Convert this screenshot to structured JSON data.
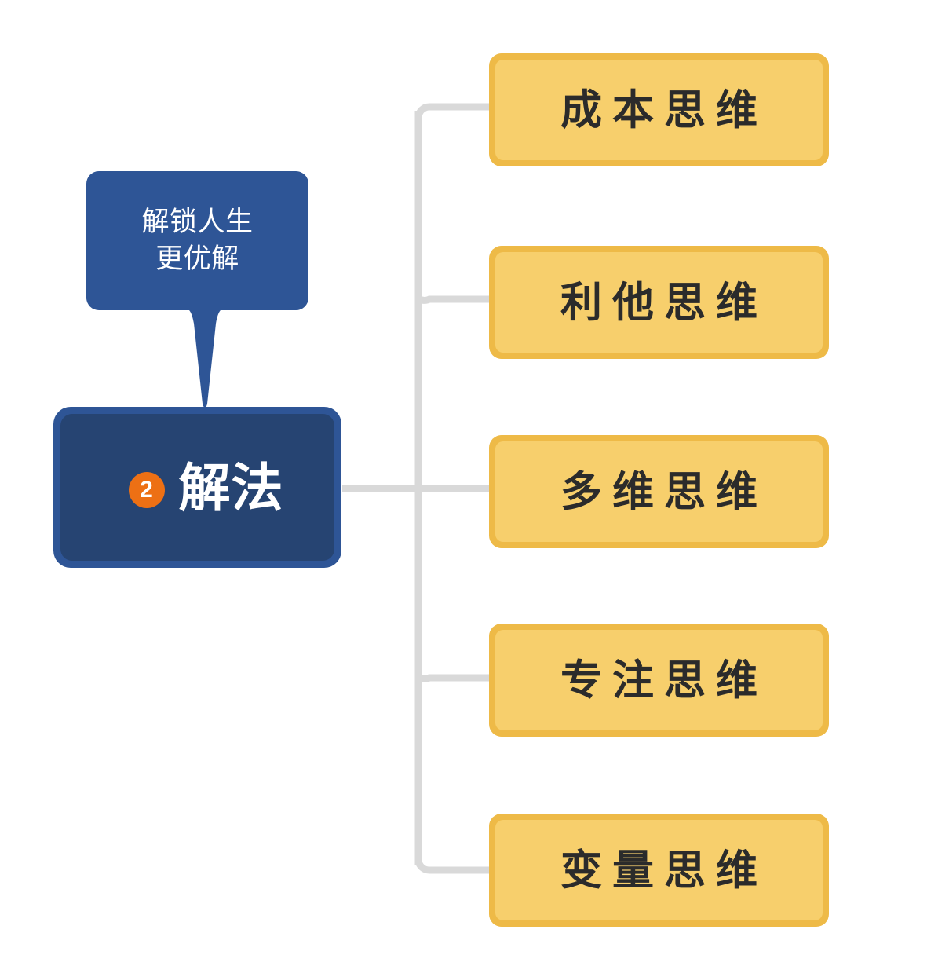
{
  "diagram": {
    "title": "解法",
    "type": "mind-map",
    "colors": {
      "node_blue_border": "#2e5596",
      "node_blue_fill": "#264472",
      "branch_yellow_border": "#eeba47",
      "branch_yellow_fill": "#f7cf6c",
      "badge_orange": "#ed7014",
      "connector_gray": "#d9d9d9",
      "branch_text": "#2b2b2b",
      "node_text": "#ffffff",
      "background": "#ffffff"
    }
  },
  "callout": {
    "text": "解锁人生\n更优解",
    "line1": "解锁人生",
    "line2": "更优解"
  },
  "main_node": {
    "badge": "2",
    "label": "解法"
  },
  "branches": [
    {
      "label": "成本思维"
    },
    {
      "label": "利他思维"
    },
    {
      "label": "多维思维"
    },
    {
      "label": "专注思维"
    },
    {
      "label": "变量思维"
    }
  ]
}
